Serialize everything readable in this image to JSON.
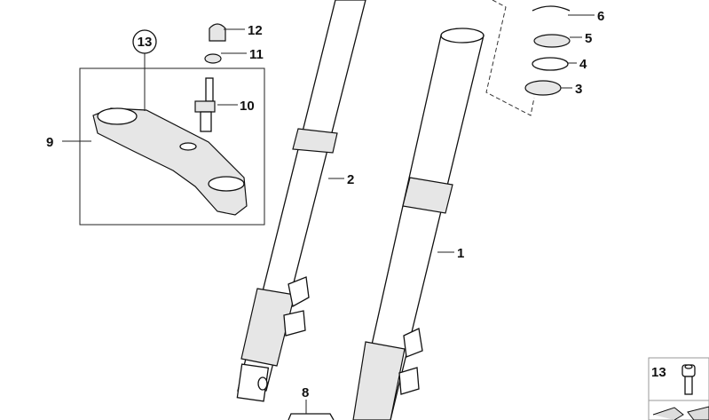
{
  "diagram": {
    "callouts": {
      "c1": "1",
      "c2": "2",
      "c3": "3",
      "c4": "4",
      "c5": "5",
      "c6": "6",
      "c8": "8",
      "c9": "9",
      "c10": "10",
      "c11": "11",
      "c12": "12",
      "c13_circled": "13"
    },
    "legend_box": {
      "part_number": "13"
    }
  }
}
